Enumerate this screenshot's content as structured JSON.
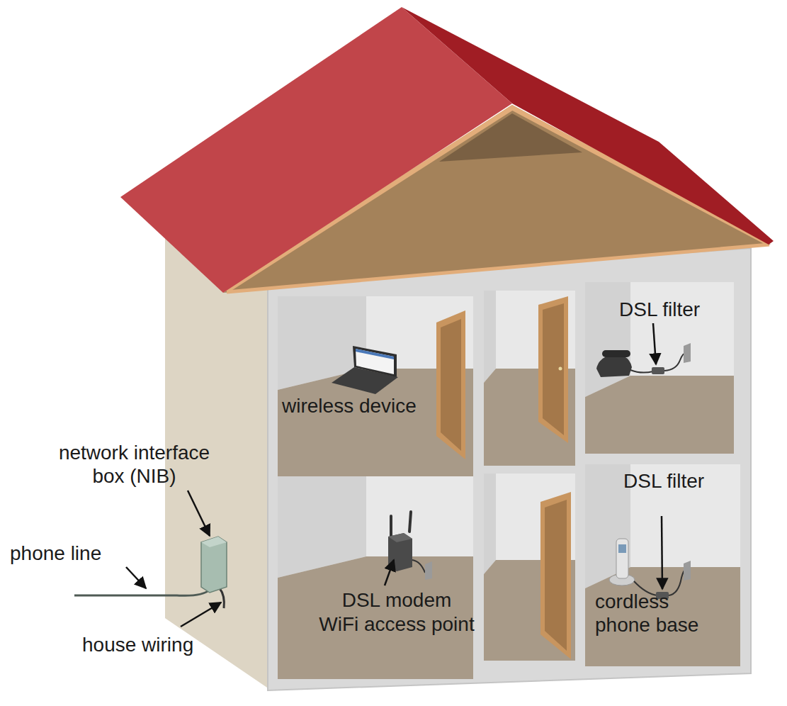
{
  "diagram": {
    "labels": [
      "wireless device",
      "DSL filter",
      "network interface box (NIB)",
      "phone line",
      "DSL filter",
      "house wiring",
      "DSL modem",
      "WiFi access point",
      "cordless phone base"
    ]
  }
}
